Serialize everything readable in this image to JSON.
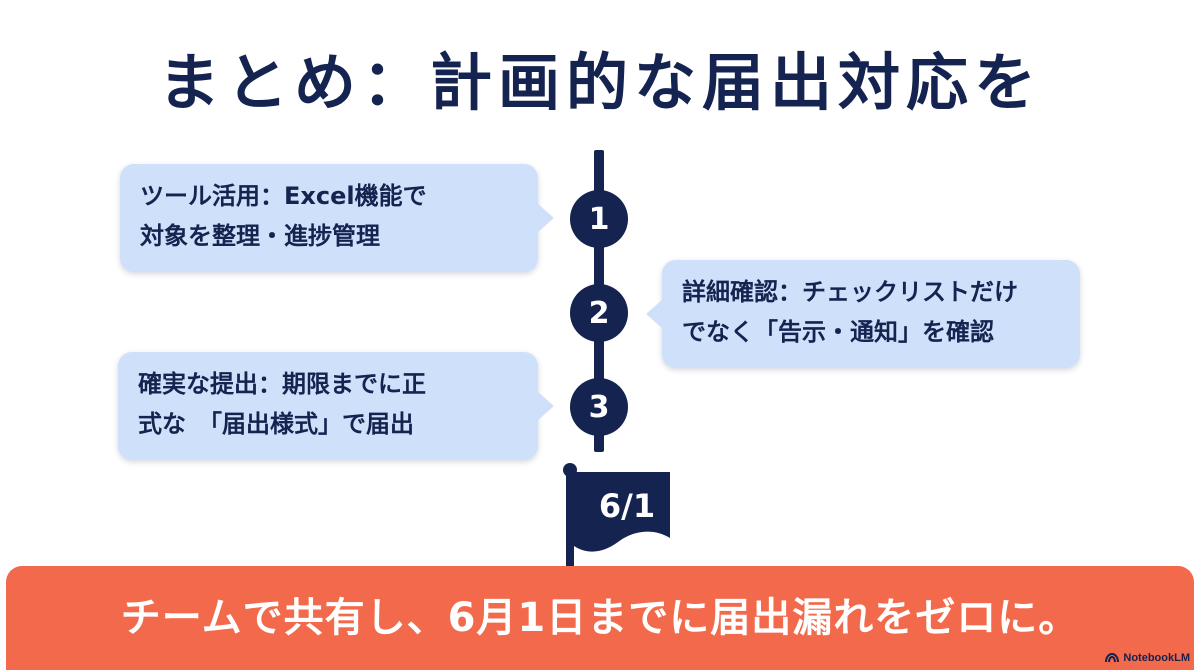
{
  "title": "まとめ：計画的な届出対応を",
  "steps": [
    {
      "number": "1",
      "text": "ツール活用：Excel機能で\n対象を整理・進捗管理"
    },
    {
      "number": "2",
      "text": "詳細確認：チェックリストだけ\nでなく「告示・通知」を確認"
    },
    {
      "number": "3",
      "text": "確実な提出：期限までに正\n式な　「届出様式」で届出"
    }
  ],
  "flag": {
    "label": "6/1"
  },
  "banner": {
    "text": "チームで共有し、6月1日までに届出漏れをゼロに。"
  },
  "watermark": {
    "text": "NotebookLM"
  },
  "colors": {
    "navy": "#14234f",
    "bubble": "#cfe0fa",
    "banner": "#f26a4b"
  }
}
